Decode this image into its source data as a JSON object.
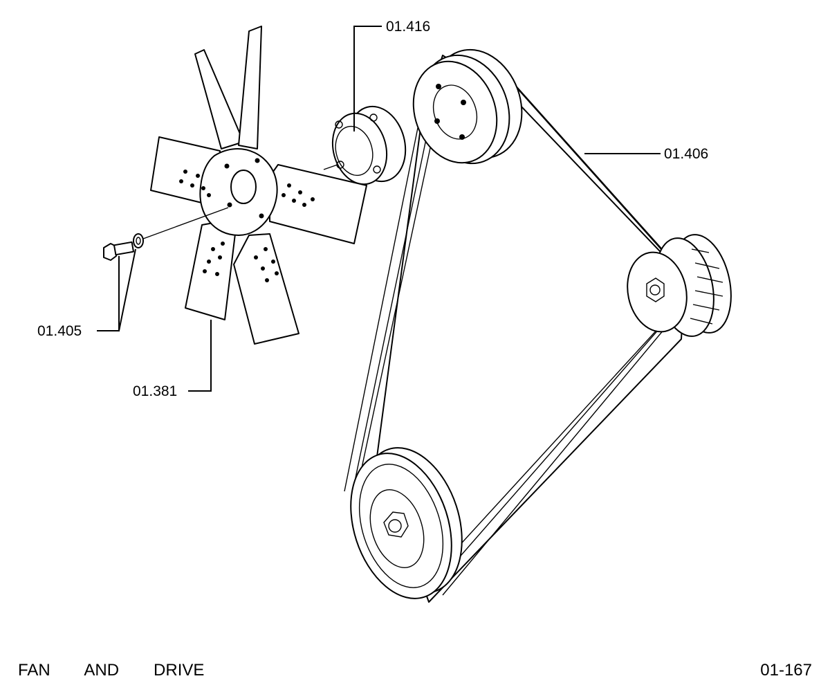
{
  "page": {
    "title": "FAN   AND   DRIVE",
    "sheet_number": "01-167"
  },
  "callouts": {
    "pulley_spacer": "01.416",
    "v_belt": "01.406",
    "bolt_and_washer": "01.405",
    "fan": "01.381"
  },
  "colors": {
    "ink": "#000000",
    "paper": "#ffffff"
  }
}
